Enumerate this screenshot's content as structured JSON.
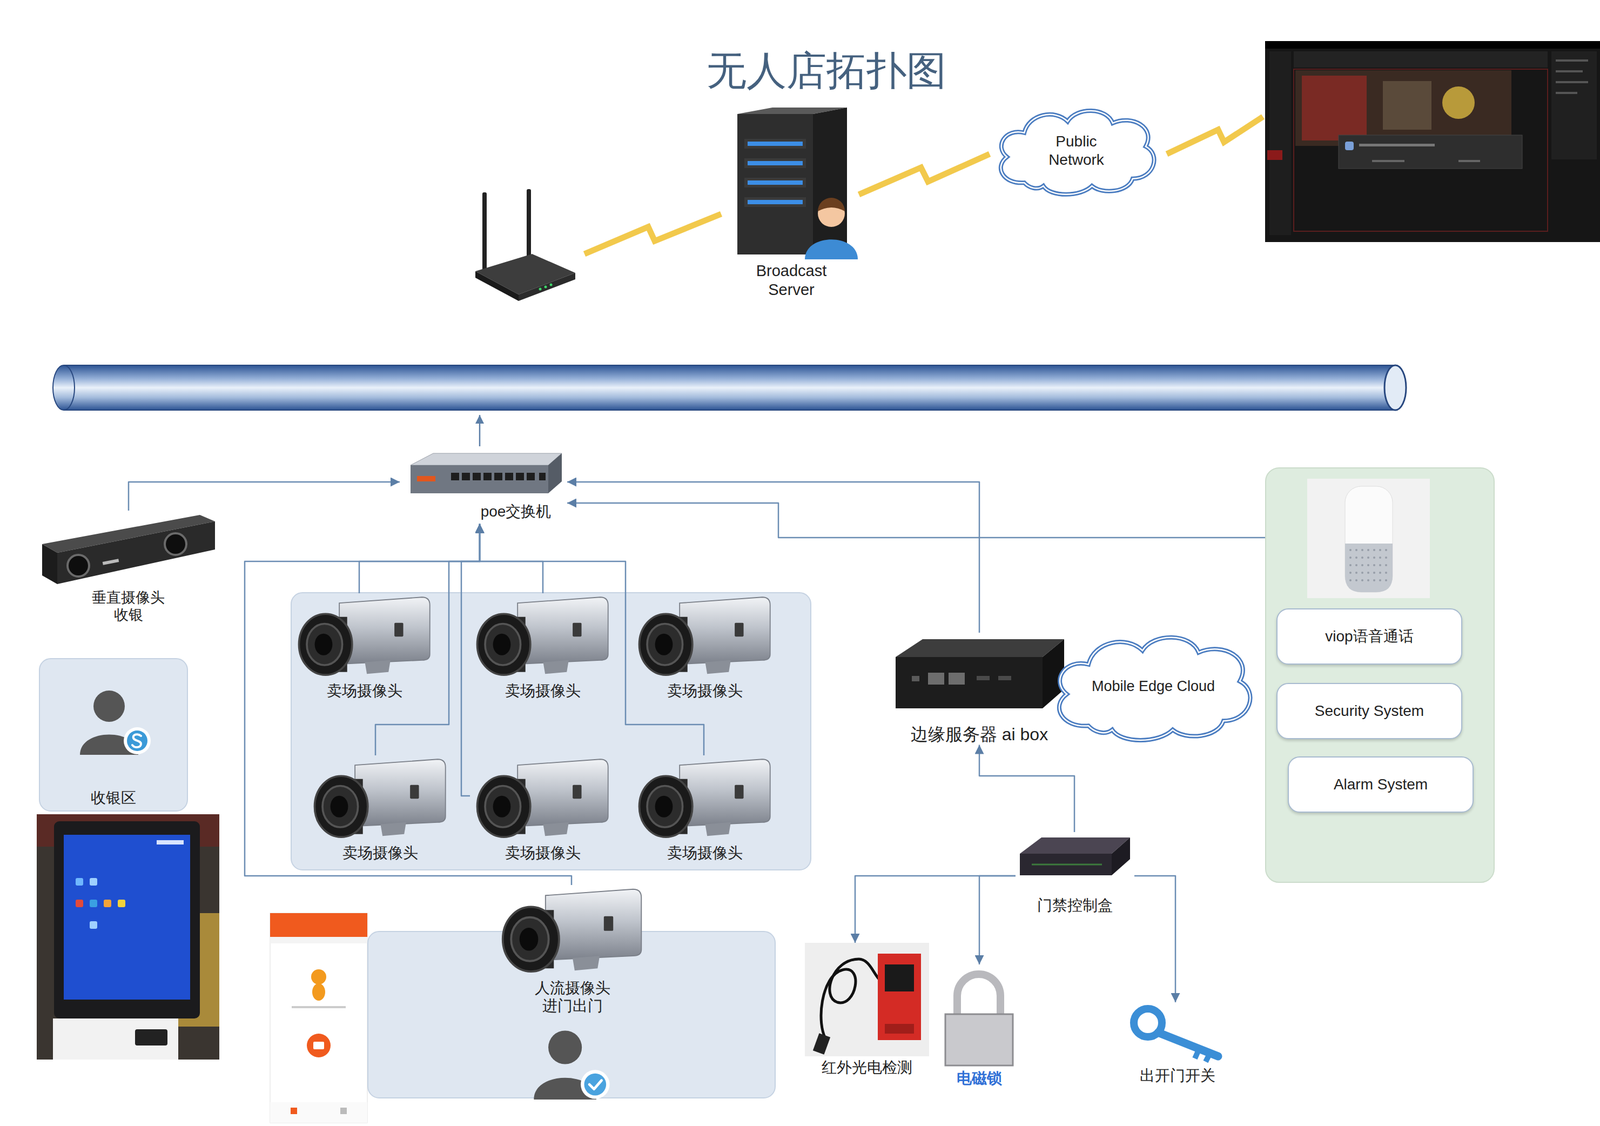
{
  "diagram": {
    "title": "无人店拓扑图",
    "nodes": [
      {
        "text": [
          "Broadcast Server"
        ]
      },
      {
        "text": [
          "Public Network"
        ]
      },
      {
        "text": [
          "poe交换机"
        ]
      },
      {
        "text": [
          "垂直摄像头 收银"
        ]
      },
      {
        "text": [
          "收银区"
        ]
      },
      {
        "text": []
      },
      {
        "text": [
          "卖场摄像头"
        ],
        "in": 5
      },
      {
        "text": [
          "卖场摄像头"
        ],
        "in": 5
      },
      {
        "text": [
          "卖场摄像头"
        ],
        "in": 5
      },
      {
        "text": [
          "卖场摄像头"
        ],
        "in": 5
      },
      {
        "text": [
          "卖场摄像头"
        ],
        "in": 5
      },
      {
        "text": [
          "卖场摄像头"
        ],
        "in": 5
      },
      {
        "text": [
          "边缘服务器 ai box"
        ]
      },
      {
        "text": [
          "Mobile Edge Cloud"
        ]
      },
      {
        "text": []
      },
      {
        "text": [
          "viop语音通话"
        ],
        "in": 14
      },
      {
        "text": [
          "Security System"
        ],
        "in": 14
      },
      {
        "text": [
          "Alarm System"
        ],
        "in": 14
      },
      {
        "text": []
      },
      {
        "text": [
          "人流摄像头 进门出门"
        ],
        "in": 18
      },
      {
        "text": [
          "门禁控制盒"
        ]
      },
      {
        "text": [
          "红外光电检测"
        ]
      },
      {
        "text": [
          "电磁锁"
        ]
      },
      {
        "text": [
          "出开门开关"
        ]
      }
    ],
    "edges": [
      {
        "from": 0,
        "to": 1,
        "arrow": "none"
      },
      {
        "from": 3,
        "to": 2,
        "arrow": "to"
      },
      {
        "from": 6,
        "to": 2,
        "arrow": "to"
      },
      {
        "from": 7,
        "to": 2,
        "arrow": "to"
      },
      {
        "from": 9,
        "to": 2,
        "arrow": "to"
      },
      {
        "from": 10,
        "to": 2,
        "arrow": "to"
      },
      {
        "from": 11,
        "to": 2,
        "arrow": "to"
      },
      {
        "from": 19,
        "to": 2,
        "arrow": "to"
      },
      {
        "from": 12,
        "to": 2,
        "arrow": "to"
      },
      {
        "from": 14,
        "to": 2,
        "arrow": "to"
      },
      {
        "from": 20,
        "to": 12,
        "arrow": "to"
      },
      {
        "from": 20,
        "to": 21,
        "arrow": "to"
      },
      {
        "from": 20,
        "to": 22,
        "arrow": "to"
      },
      {
        "from": 20,
        "to": 23,
        "arrow": "to"
      }
    ]
  }
}
